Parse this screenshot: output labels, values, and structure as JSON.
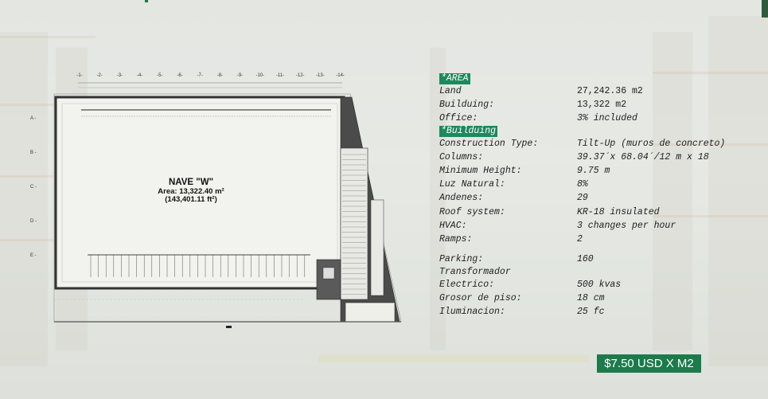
{
  "plan": {
    "building_name": "NAVE \"W\"",
    "area_line": "Area: 13,322.40 m²",
    "area_ft_line": "(143,401.11 ft²)",
    "column_labels": [
      "1",
      "2",
      "3",
      "4",
      "5",
      "6",
      "7",
      "8",
      "9",
      "10",
      "11",
      "12",
      "13",
      "14"
    ],
    "row_labels": [
      "A",
      "B",
      "C",
      "D",
      "E"
    ]
  },
  "specs": {
    "area_header": "*AREA",
    "land_label": "Land",
    "land_value": "27,242.36 m2",
    "building_label": "Builduing:",
    "building_value": "13,322 m2",
    "office_label": "Office:",
    "office_value": "3% included",
    "building_header": "*Builduing",
    "construction_label": "Construction Type:",
    "construction_value": "Tilt-Up (muros de concreto)",
    "columns_label": "Columns:",
    "columns_value": "39.37´x 68.04´/12 m x 18",
    "min_height_label": "Minimum Height:",
    "min_height_value": "9.75 m",
    "luz_label": "Luz Natural:",
    "luz_value": "8%",
    "andenes_label": "Andenes:",
    "andenes_value": "29",
    "roof_label": "Roof system:",
    "roof_value": "KR-18 insulated",
    "hvac_label": "HVAC:",
    "hvac_value": "3 changes per hour",
    "ramps_label": "Ramps:",
    "ramps_value": "2",
    "parking_label": "Parking:",
    "parking_value": "160",
    "transformer_label": "Transformador Electrico:",
    "transformer_value": "500 kvas",
    "floor_label": "Grosor de piso:",
    "floor_value": "18 cm",
    "lighting_label": "Iluminacion:",
    "lighting_value": "25 fc"
  },
  "price": {
    "label": "$7.50 USD X M2"
  },
  "colors": {
    "accent": "#1b8a5e",
    "price_bg": "#1c7a4b"
  }
}
